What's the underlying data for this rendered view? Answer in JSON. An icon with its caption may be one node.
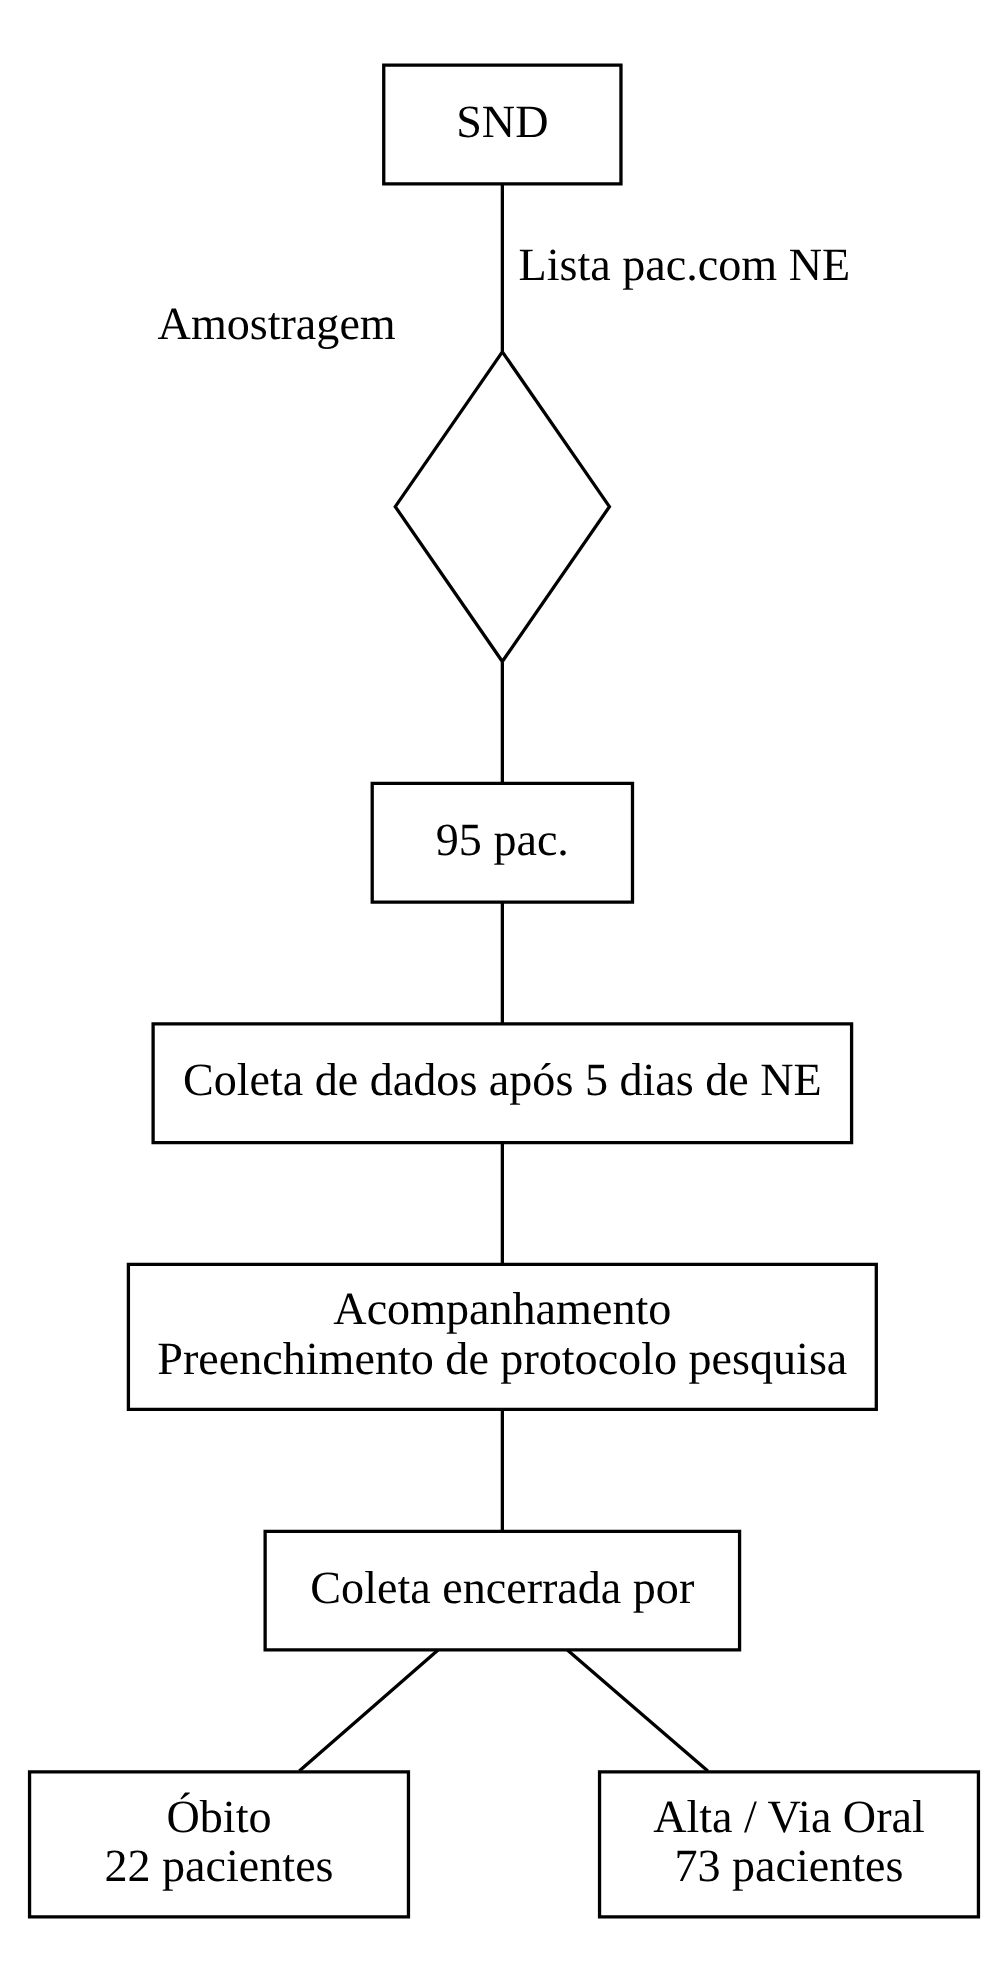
{
  "diagram": {
    "nodes": [
      {
        "text": [
          "SND"
        ]
      },
      {
        "text": [],
        "shape": "diamond",
        "beside": [
          "Amostragem"
        ]
      },
      {
        "text": [
          "95 pac."
        ]
      },
      {
        "text": [
          "Coleta de dados após 5 dias de NE"
        ]
      },
      {
        "text": [
          "Acompanhamento",
          "Preenchimento de protocolo pesquisa"
        ]
      },
      {
        "text": [
          "Coleta encerrada por"
        ]
      },
      {
        "text": [
          "Óbito",
          "22 pacientes"
        ]
      },
      {
        "text": [
          "Alta / Via Oral",
          "73 pacientes"
        ]
      }
    ],
    "edges": [
      {
        "from": 0,
        "to": 1,
        "arrow": "none",
        "label": "Lista pac.com NE"
      },
      {
        "from": 1,
        "to": 2,
        "arrow": "none"
      },
      {
        "from": 2,
        "to": 3,
        "arrow": "none"
      },
      {
        "from": 3,
        "to": 4,
        "arrow": "none"
      },
      {
        "from": 4,
        "to": 5,
        "arrow": "none"
      },
      {
        "from": 5,
        "to": 6,
        "arrow": "none"
      },
      {
        "from": 5,
        "to": 7,
        "arrow": "none"
      }
    ]
  }
}
